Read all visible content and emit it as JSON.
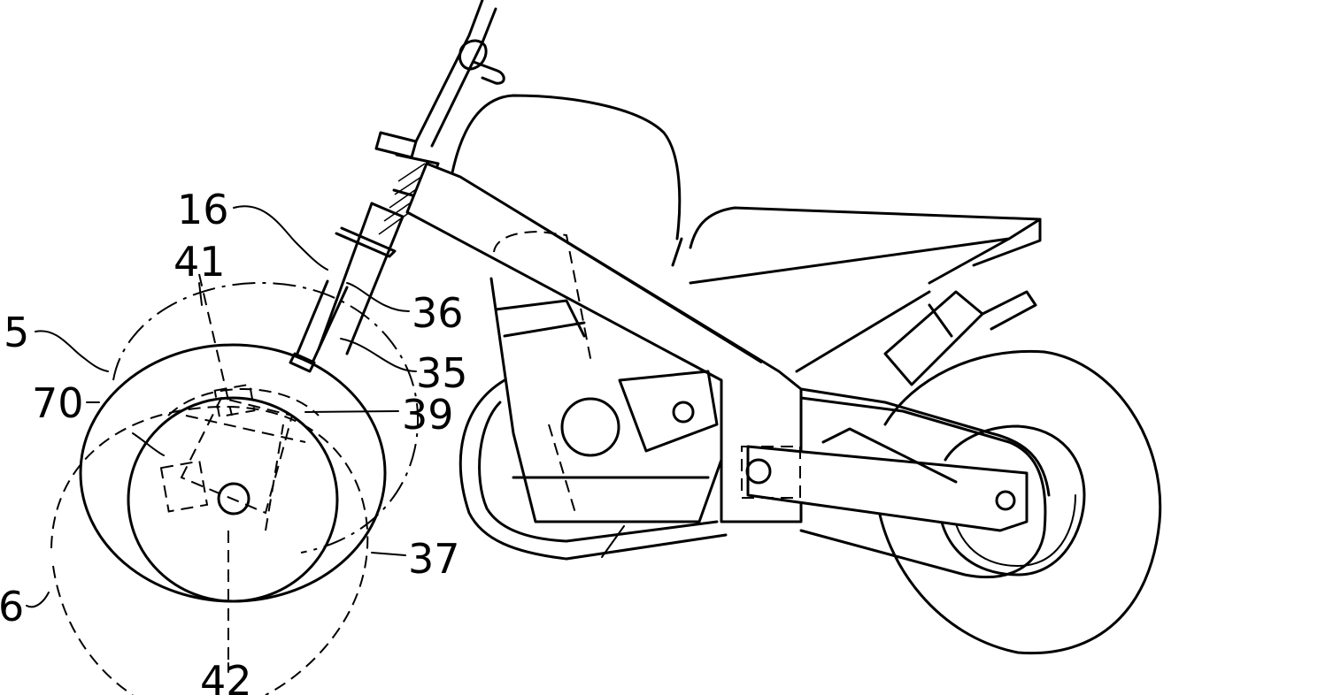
{
  "figure": {
    "reference_numerals": [
      {
        "id": "n16",
        "label": "16"
      },
      {
        "id": "n41",
        "label": "41"
      },
      {
        "id": "n5",
        "label": "5"
      },
      {
        "id": "n36",
        "label": "36"
      },
      {
        "id": "n35",
        "label": "35"
      },
      {
        "id": "n70",
        "label": "70"
      },
      {
        "id": "n39",
        "label": "39"
      },
      {
        "id": "n37",
        "label": "37"
      },
      {
        "id": "n6",
        "label": "6"
      },
      {
        "id": "n42",
        "label": "42"
      }
    ]
  }
}
